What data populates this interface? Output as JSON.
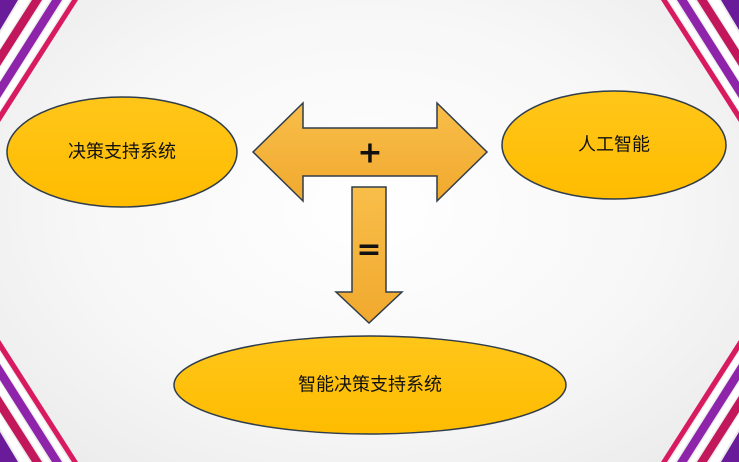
{
  "diagram": {
    "nodes": {
      "dss": {
        "label": "决策支持系统"
      },
      "ai": {
        "label": "人工智能"
      },
      "result": {
        "label": "智能决策支持系统"
      }
    },
    "operators": {
      "plus": "+",
      "equals": "="
    }
  },
  "colors": {
    "ellipse_fill": "#FFC000",
    "arrow_fill": "#F5B33B",
    "outline": "#2F3D4C",
    "stripe_pink": "#C2185B",
    "stripe_purple": "#6A1B9A",
    "stripe_white": "#FFFFFF"
  }
}
